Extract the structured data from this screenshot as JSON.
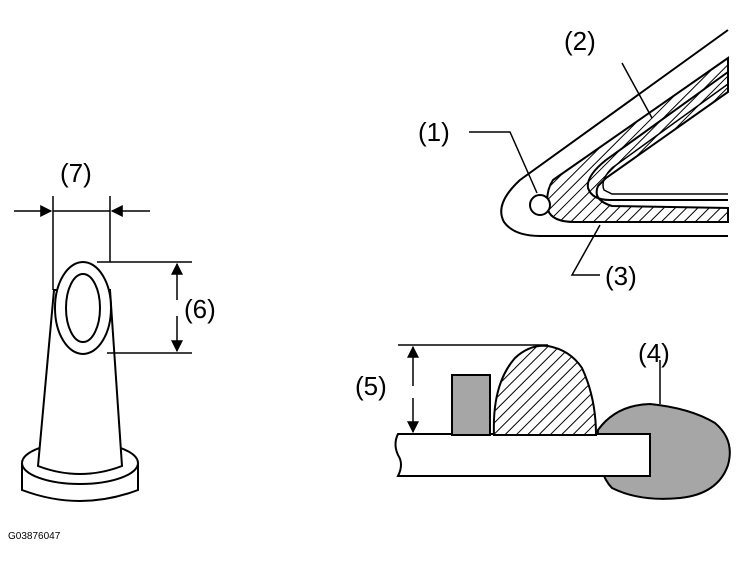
{
  "labels": {
    "l1": "(1)",
    "l2": "(2)",
    "l3": "(3)",
    "l4": "(4)",
    "l5": "(5)",
    "l6": "(6)",
    "l7": "(7)"
  },
  "figure_code": "G03876047",
  "colors": {
    "stroke": "#000000",
    "solder_fill": "#a6a6a6",
    "background": "#ffffff"
  }
}
